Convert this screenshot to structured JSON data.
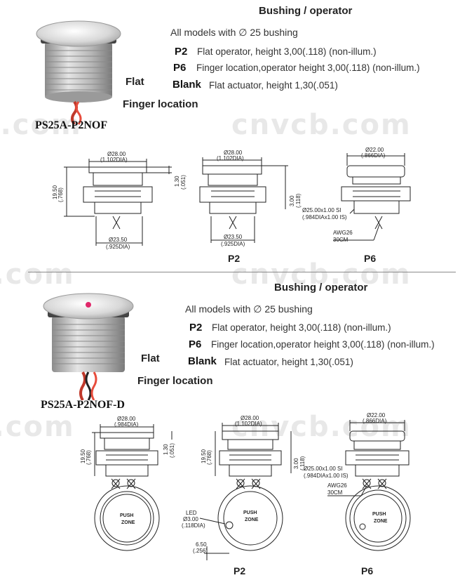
{
  "watermark": "cnvcb.com",
  "sections": [
    {
      "heading": "Bushing / operator",
      "intro": "All models with ∅ 25 bushing",
      "options": [
        {
          "code": "P2",
          "desc": "Flat operator, height 3,00(.118) (non-illum.)"
        },
        {
          "code": "P6",
          "desc": "Finger location,operator height 3,00(.118) (non-illum.)"
        },
        {
          "code": "Blank",
          "desc": "Flat actuator, height 1,30(.051)"
        }
      ],
      "side_labels": {
        "flat": "Flat",
        "finger": "Finger location"
      },
      "model": "PS25A-P2NOF",
      "drawings": {
        "d1": {
          "top_dim": "Ø28.00",
          "top_dim2": "(1.102DIA)",
          "left_dim": "19.50",
          "left_dim2": "(.768)",
          "right_dim": "1.30",
          "right_dim2": "(.051)",
          "bottom_dim": "Ø23.50",
          "bottom_dim2": "(.925DIA)"
        },
        "d2": {
          "top_dim": "Ø28.00",
          "top_dim2": "(1.102DIA)",
          "right_dim": "3.00",
          "right_dim2": "(.118)",
          "bottom_dim": "Ø23.50",
          "bottom_dim2": "(.925DIA)",
          "label": "P2"
        },
        "d3": {
          "top_dim": "Ø22.00",
          "top_dim2": "(.866DIA)",
          "thread": "Ø25.00x1.00 SI",
          "thread2": "(.984DIAx1.00 IS)",
          "wire": "AWG26",
          "wire2": "30CM",
          "label": "P6"
        }
      }
    },
    {
      "heading": "Bushing / operator",
      "intro": "All models with ∅ 25 bushing",
      "options": [
        {
          "code": "P2",
          "desc": "Flat operator, height 3,00(.118) (non-illum.)"
        },
        {
          "code": "P6",
          "desc": "Finger location,operator height 3,00(.118) (non-illum.)"
        },
        {
          "code": "Blank",
          "desc": "Flat actuator, height 1,30(.051)"
        }
      ],
      "side_labels": {
        "flat": "Flat",
        "finger": "Finger location"
      },
      "model": "PS25A-P2NOF-D",
      "drawings": {
        "d1": {
          "top_dim": "Ø28.00",
          "top_dim2": "(.984DIA)",
          "left_dim": "19.50",
          "left_dim2": "(.768)",
          "right_dim": "1.30",
          "right_dim2": "(.051)"
        },
        "d2": {
          "top_dim": "Ø28.00",
          "top_dim2": "(1.102DIA)",
          "left_dim": "19.50",
          "left_dim2": "(.768)",
          "right_dim": "3.00",
          "right_dim2": "(.118)",
          "led": "LED",
          "led2": "Ø3.00",
          "led3": "(.118DIA)",
          "bottom_dim": "6.50",
          "bottom_dim2": "(.256)",
          "label": "P2"
        },
        "d3": {
          "top_dim": "Ø22.00",
          "top_dim2": "(.866DIA)",
          "thread": "Ø25.00x1.00 SI",
          "thread2": "(.984DIAx1.00 IS)",
          "wire": "AWG26",
          "wire2": "30CM",
          "label": "P6"
        }
      },
      "zone": {
        "push": "PUSH",
        "zone": "ZONE"
      }
    }
  ]
}
